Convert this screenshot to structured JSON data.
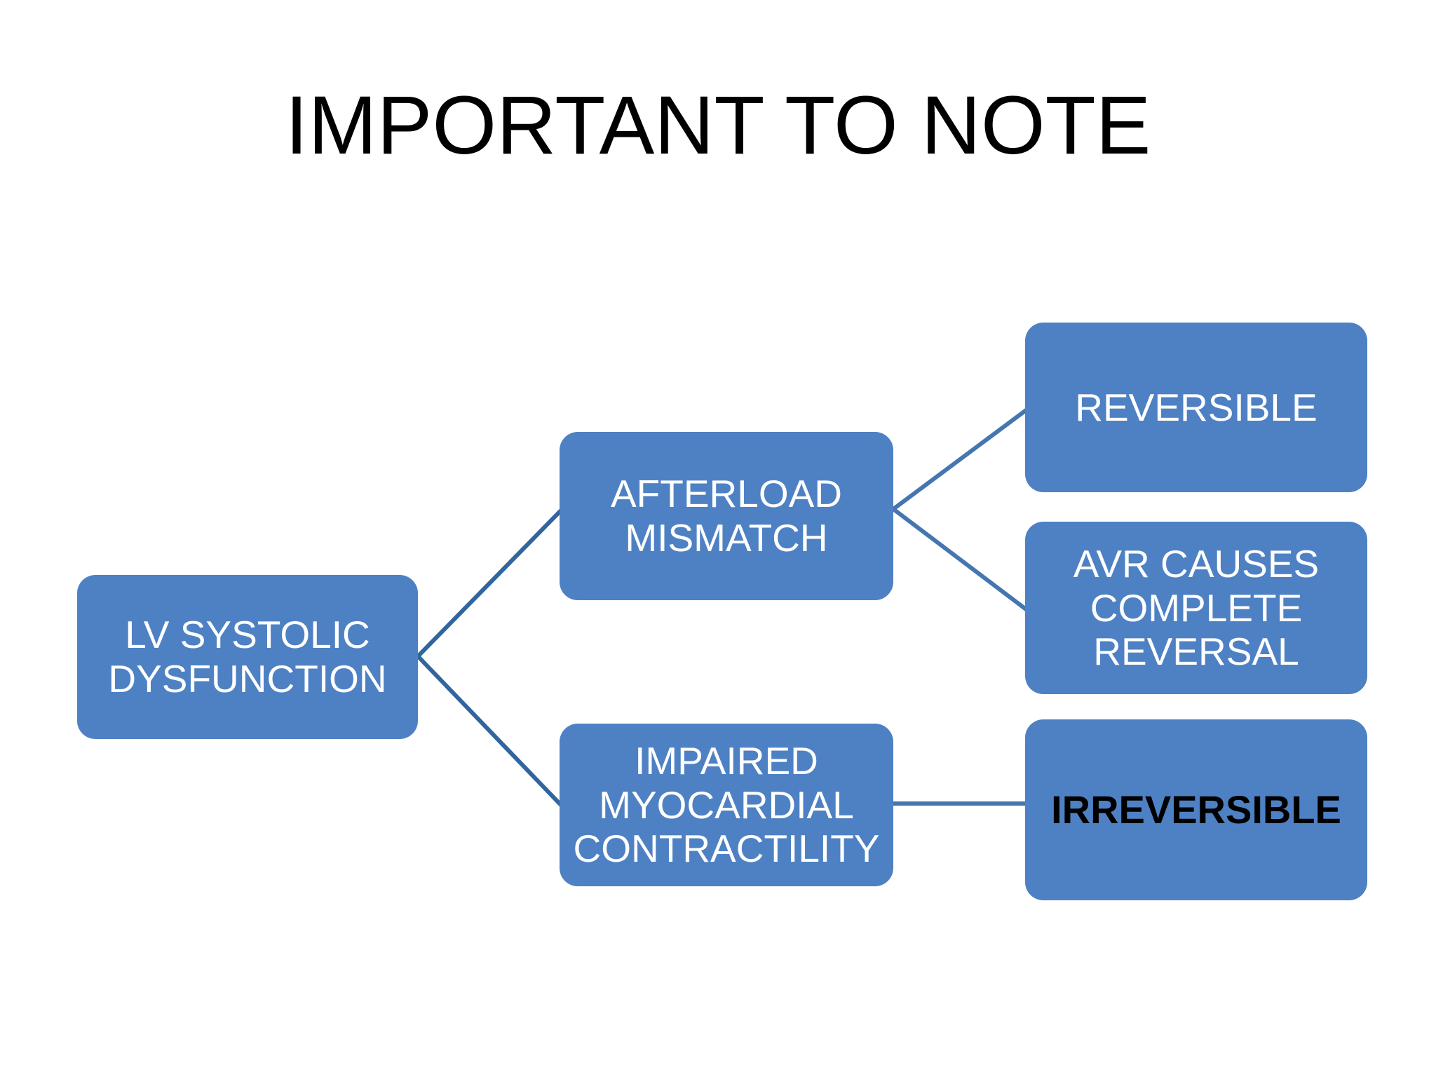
{
  "slide": {
    "title": "IMPORTANT TO NOTE",
    "background_color": "#FFFFFF",
    "node_fill_color": "#4E81C4",
    "connector_color": "#31659E",
    "node_text_color": "#FFFFFF",
    "emphasis_text_color": "#000000"
  },
  "nodes": {
    "lv_systolic_dysfunction": {
      "label": "LV SYSTOLIC\nDYSFUNCTION",
      "text_color": "#FFFFFF",
      "fill": "#4E81C4",
      "bold": false
    },
    "afterload_mismatch": {
      "label": "AFTERLOAD\nMISMATCH",
      "text_color": "#FFFFFF",
      "fill": "#4E81C4",
      "bold": false
    },
    "impaired_myocardial_contractility": {
      "label": "IMPAIRED\nMYOCARDIAL\nCONTRACTILITY",
      "text_color": "#FFFFFF",
      "fill": "#4E81C4",
      "bold": false
    },
    "reversible": {
      "label": "REVERSIBLE",
      "text_color": "#FFFFFF",
      "fill": "#4E81C4",
      "bold": false
    },
    "avr_causes_complete_reversal": {
      "label": "AVR CAUSES\nCOMPLETE\nREVERSAL",
      "text_color": "#FFFFFF",
      "fill": "#4E81C4",
      "bold": false
    },
    "irreversible": {
      "label": "IRREVERSIBLE",
      "text_color": "#000000",
      "fill": "#4E81C4",
      "bold": true
    }
  },
  "connectors": [
    {
      "name": "lv-to-afterload",
      "from": "lv_systolic_dysfunction",
      "to": "afterload_mismatch"
    },
    {
      "name": "lv-to-impaired",
      "from": "lv_systolic_dysfunction",
      "to": "impaired_myocardial_contractility"
    },
    {
      "name": "afterload-to-reversible",
      "from": "afterload_mismatch",
      "to": "reversible"
    },
    {
      "name": "afterload-to-avr",
      "from": "afterload_mismatch",
      "to": "avr_causes_complete_reversal"
    },
    {
      "name": "impaired-to-irreversible",
      "from": "impaired_myocardial_contractility",
      "to": "irreversible"
    }
  ]
}
